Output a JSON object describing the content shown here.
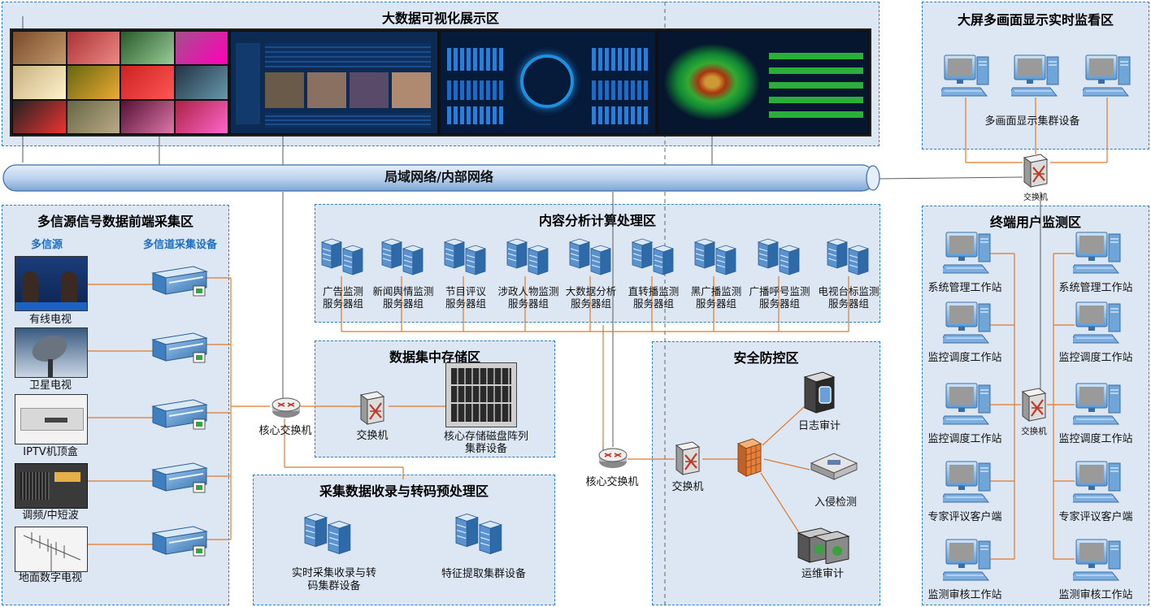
{
  "zones": {
    "display": "大数据可视化展示区",
    "monitor_wall": "大屏多画面显示实时监看区",
    "collection": "多信源信号数据前端采集区",
    "analysis": "内容分析计算处理区",
    "storage": "数据集中存储区",
    "transcode": "采集数据收录与转码预处理区",
    "security": "安全防控区",
    "terminal": "终端用户监测区"
  },
  "network_bar": "局域网络/内部网络",
  "collection": {
    "sources_header": "多信源",
    "devices_header": "多信道采集设备",
    "sources": [
      "有线电视",
      "卫星电视",
      "IPTV机顶盒",
      "调频/中短波",
      "地面数字电视"
    ]
  },
  "monitor_wall": {
    "cluster_label": "多画面显示集群设备",
    "switch_label": "交换机"
  },
  "analysis": {
    "groups": [
      [
        "广告监测",
        "服务器组"
      ],
      [
        "新闻舆情监测",
        "服务器组"
      ],
      [
        "节目评议",
        "服务器组"
      ],
      [
        "涉政人物监测",
        "服务器组"
      ],
      [
        "大数据分析",
        "服务器组"
      ],
      [
        "直转播监测",
        "服务器组"
      ],
      [
        "黑广播监测",
        "服务器组"
      ],
      [
        "广播呼号监测",
        "服务器组"
      ],
      [
        "电视台标监测",
        "服务器组"
      ]
    ]
  },
  "collection_core_switch": "核心交换机",
  "storage": {
    "switch": "交换机",
    "array_line1": "核心存储磁盘阵列",
    "array_line2": "集群设备"
  },
  "transcode": {
    "device1_line1": "实时采集收录与转",
    "device1_line2": "码集群设备",
    "device2": "特征提取集群设备"
  },
  "security": {
    "core_switch": "核心交换机",
    "switch": "交换机",
    "log_audit": "日志审计",
    "intrusion": "入侵检测",
    "ops_audit": "运维审计"
  },
  "terminal": {
    "switch": "交换机",
    "left": [
      "系统管理工作站",
      "监控调度工作站",
      "监控调度工作站",
      "专家评议客户端",
      "监测审核工作站"
    ],
    "right": [
      "系统管理工作站",
      "监控调度工作站",
      "监控调度工作站",
      "专家评议客户端",
      "监测审核工作站"
    ]
  },
  "colors": {
    "zone_fill": "#dde7f4",
    "zone_border": "#2f7fc4",
    "link_orange": "#e07a2a",
    "bar_blue": "#bcd3ee"
  }
}
